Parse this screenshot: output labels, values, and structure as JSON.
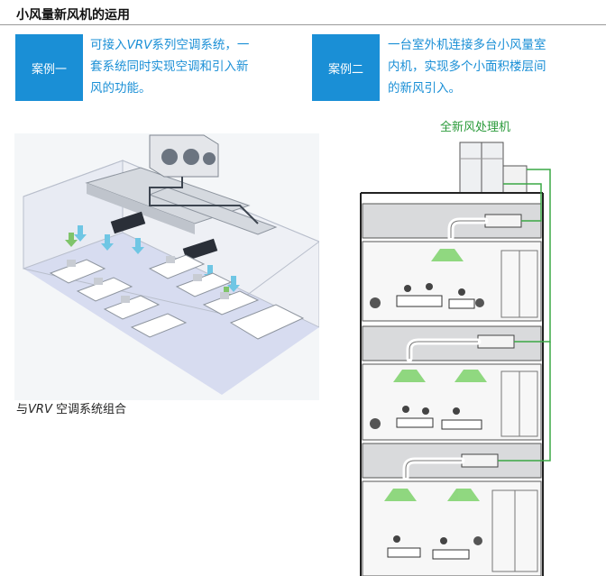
{
  "header": {
    "title": "小风量新风机的运用"
  },
  "case1": {
    "badge": "案例一",
    "text_pre": "可接入",
    "text_vrv": "VRV",
    "text_line1_post": "系列空调系统，一",
    "text_line2": "套系统同时实现空调和引入新",
    "text_line3": "风的功能。"
  },
  "case2": {
    "badge": "案例二",
    "text_line1": "一台室外机连接多台小风量室",
    "text_line2": "内机，实现多个小面积楼层间",
    "text_line3": "的新风引入。"
  },
  "left_illustration": {
    "caption_pre": "与",
    "caption_vrv": "VRV",
    "caption_post": " 空调系统组合"
  },
  "right_illustration": {
    "label": "全新风处理机"
  },
  "colors": {
    "accent_blue": "#1a8fd6",
    "label_green": "#2a9a3a",
    "pipe_green": "#3aa845"
  }
}
